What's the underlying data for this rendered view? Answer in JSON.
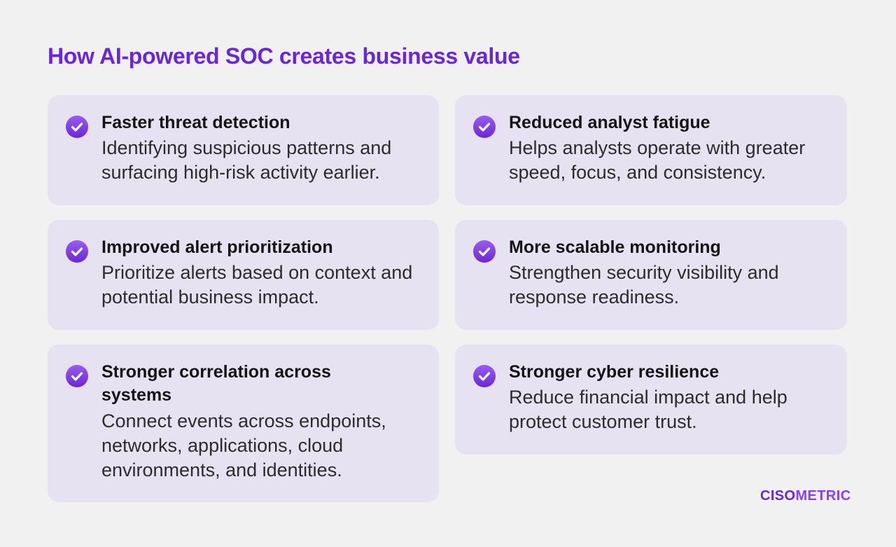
{
  "page": {
    "title": "How AI-powered SOC creates business value"
  },
  "colors": {
    "accent": "#6a27d6",
    "card_background": "#e6e2f1",
    "page_background": "#f1f1f1"
  },
  "cards": [
    {
      "icon": "check-circle-icon",
      "title": "Faster threat detection",
      "description": "Identifying suspicious patterns and surfacing high-risk activity earlier."
    },
    {
      "icon": "check-circle-icon",
      "title": "Reduced analyst fatigue",
      "description": "Helps analysts operate with greater speed, focus, and consistency."
    },
    {
      "icon": "check-circle-icon",
      "title": "Improved alert prioritization",
      "description": "Prioritize alerts based on context and potential business impact."
    },
    {
      "icon": "check-circle-icon",
      "title": "More scalable monitoring",
      "description": "Strengthen security visibility and response readiness."
    },
    {
      "icon": "check-circle-icon",
      "title": "Stronger correlation across systems",
      "description": "Connect events across endpoints, networks, applications, cloud environments, and identities."
    },
    {
      "icon": "check-circle-icon",
      "title": "Stronger cyber resilience",
      "description": "Reduce financial impact and help protect customer trust."
    }
  ],
  "logo": {
    "text": "CISOMETRIC",
    "part1": "CISO",
    "part2": "METRIC"
  }
}
